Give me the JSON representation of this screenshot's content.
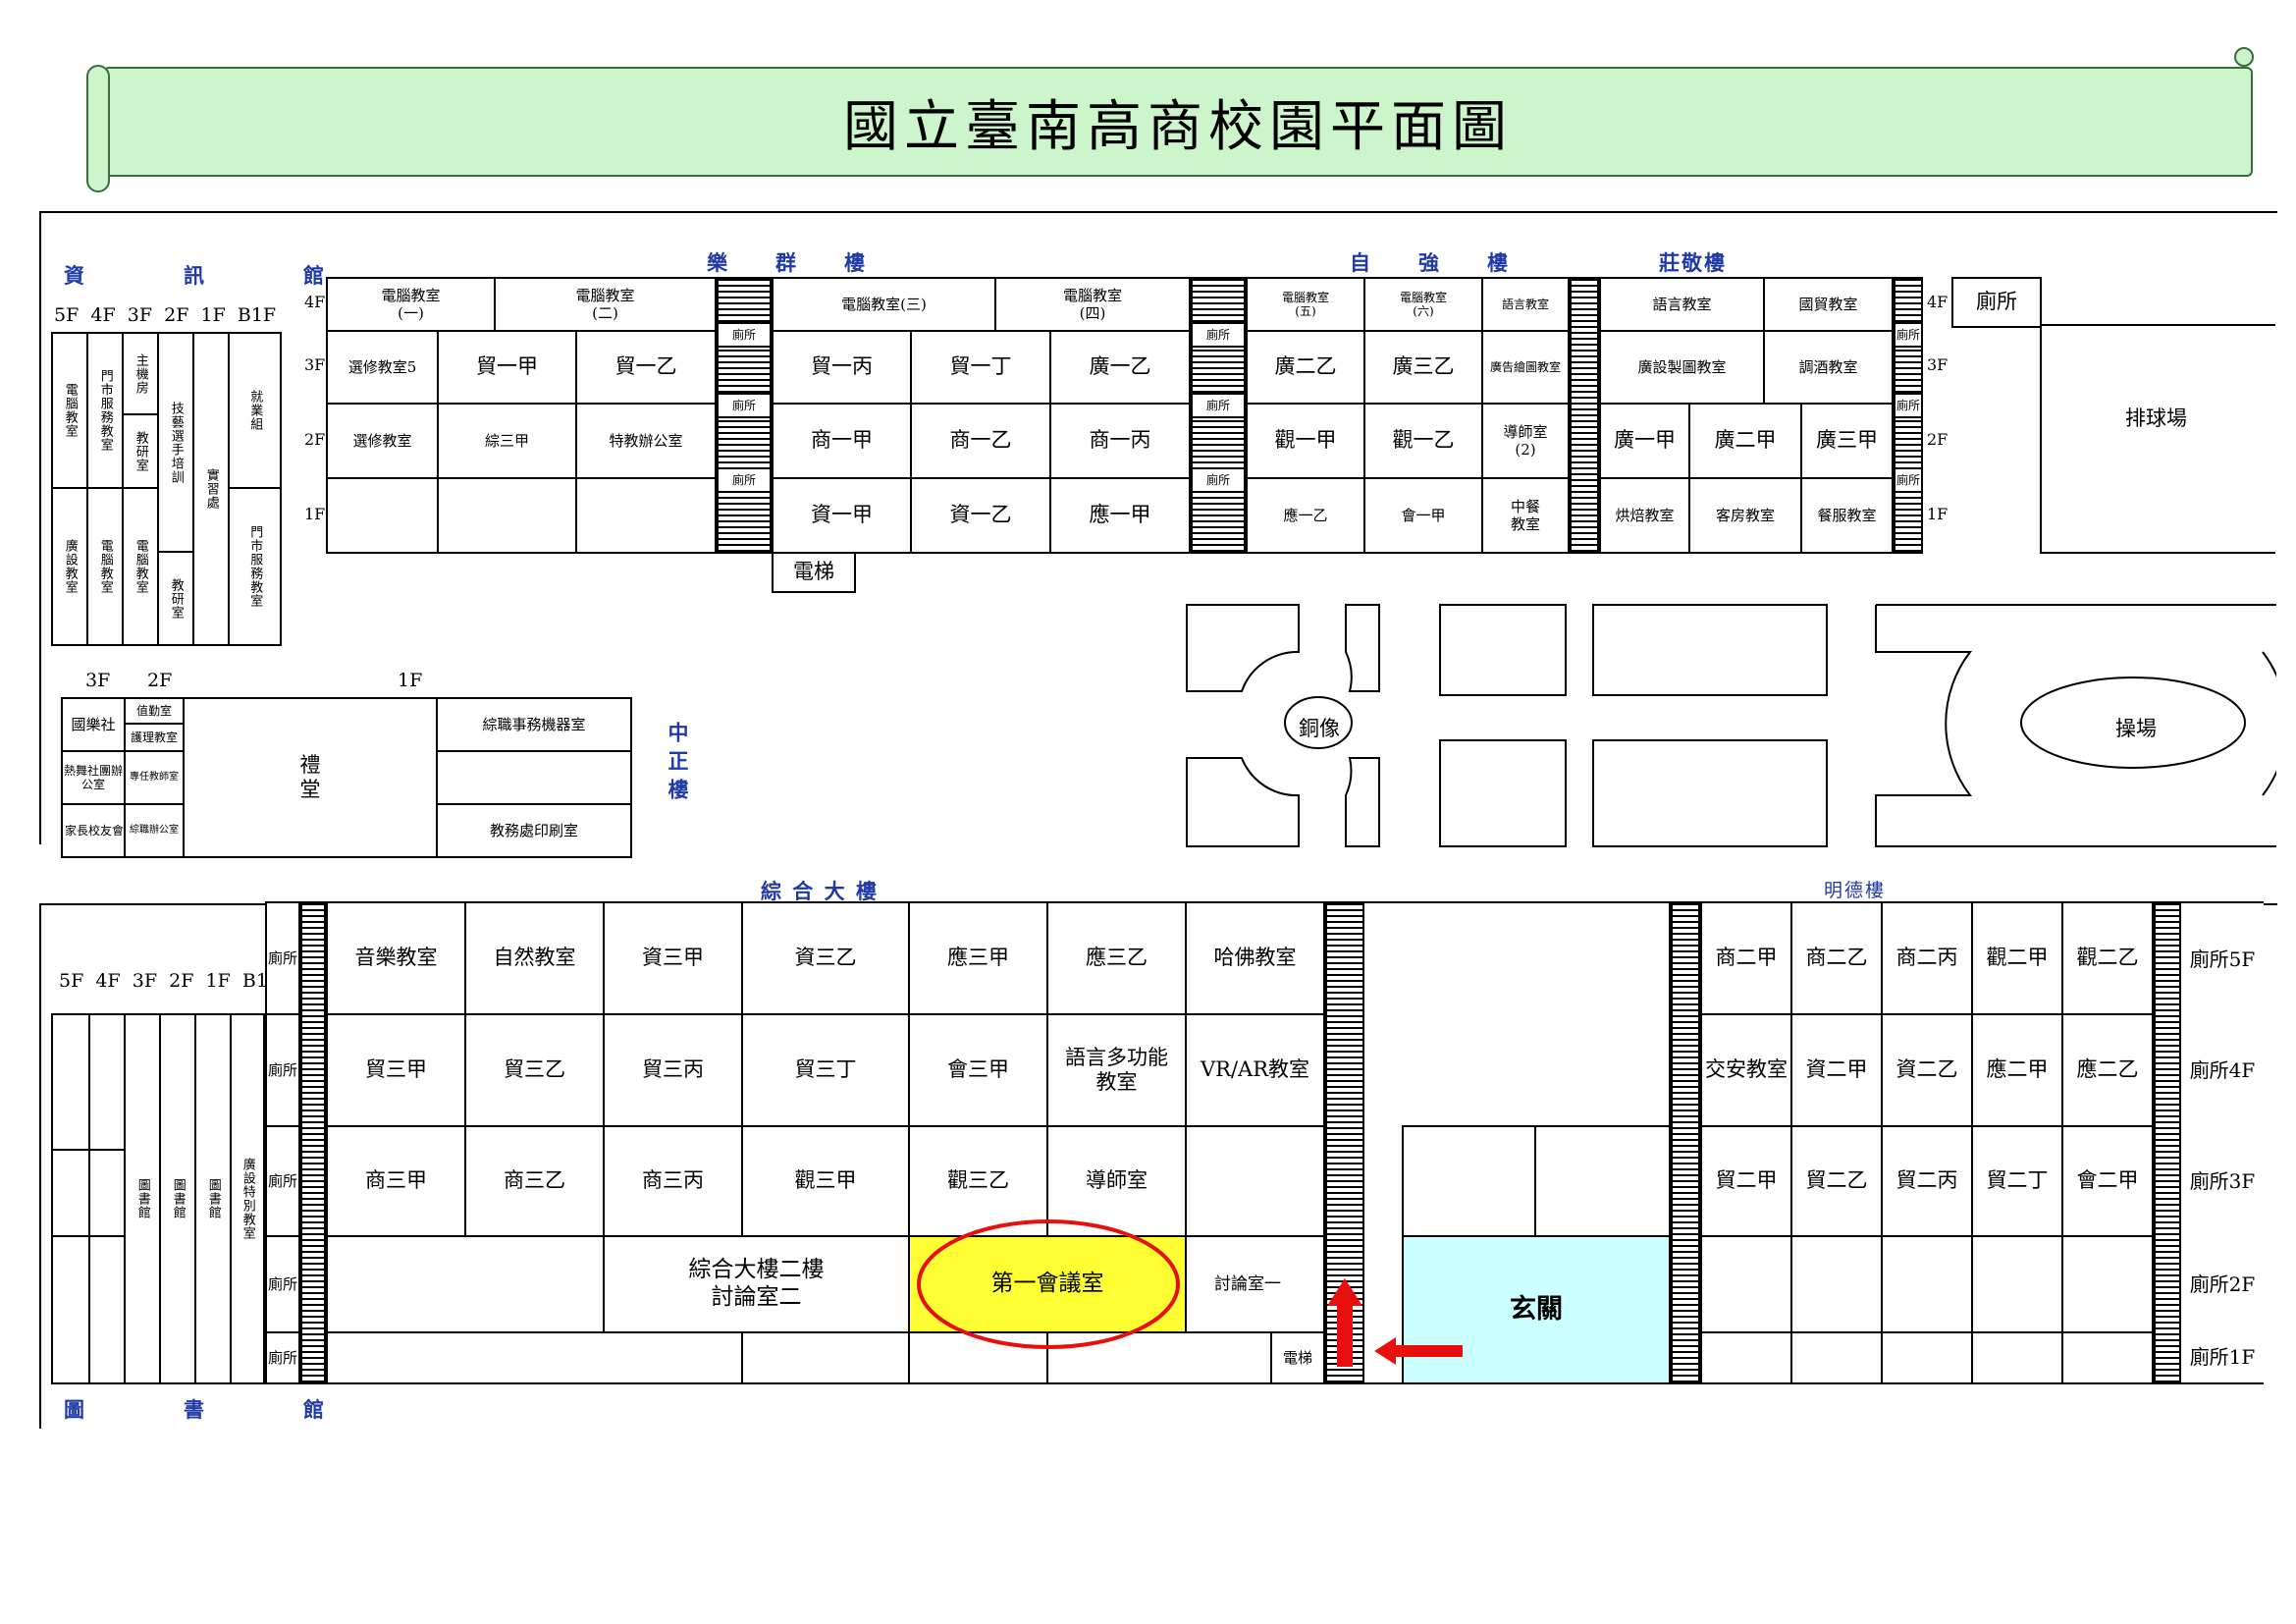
{
  "title": "國立臺南高商校園平面圖",
  "colors": {
    "banner": "#ccf5cc",
    "highlight": "#ffff33",
    "entrance": "#ccffff",
    "marker": "#e8100f",
    "label": "#1f3aa8"
  },
  "icons": {
    "up_arrow": "arrow-up-icon",
    "left_arrow": "arrow-left-icon"
  },
  "buildings": {
    "zixun": "資　訊　館",
    "lequn": "樂　群　樓",
    "ziqiang": "自　強　樓",
    "zhuangjing": "莊敬樓",
    "zhongzheng": "中正樓",
    "zonghe": "綜 合 大 樓",
    "mingde": "明德樓",
    "library": "圖　書　館"
  },
  "floors": {
    "f5": "5F",
    "f4": "4F",
    "f3": "3F",
    "f2": "2F",
    "f1": "1F",
    "b1": "B1F"
  },
  "top_rooms": {
    "r4_1": "電腦教室\n(一)",
    "r4_2": "電腦教室\n(二)",
    "r4_3": "電腦教室(三)",
    "r4_4": "電腦教室\n(四)",
    "r4_5": "電腦教室\n(五)",
    "r4_6": "電腦教室\n(六)",
    "r4_7": "語言教室",
    "r4_8": "語言教室",
    "r4_9": "國貿教室",
    "r3_1": "選修教室5",
    "r3_2": "貿一甲",
    "r3_3": "貿一乙",
    "r3_4": "貿一丙",
    "r3_5": "貿一丁",
    "r3_6": "廣一乙",
    "r3_7": "廣二乙",
    "r3_8": "廣三乙",
    "r3_9": "廣告繪圖教室",
    "r3_10": "廣設製圖教室",
    "r3_11": "調酒教室",
    "r2_1": "選修教室",
    "r2_2": "綜三甲",
    "r2_3": "特教辦公室",
    "r2_4": "商一甲",
    "r2_5": "商一乙",
    "r2_6": "商一丙",
    "r2_7": "觀一甲",
    "r2_8": "觀一乙",
    "r2_9": "導師室\n(2)",
    "r2_10": "廣一甲",
    "r2_11": "廣二甲",
    "r2_12": "廣三甲",
    "r1_4": "資一甲",
    "r1_5": "資一乙",
    "r1_6": "應一甲",
    "r1_7": "應一乙",
    "r1_8": "會一甲",
    "r1_9": "中餐\n教室",
    "r1_10": "烘焙教室",
    "r1_11": "客房教室",
    "r1_12": "餐服教室",
    "wc": "廁所",
    "elevator": "電梯",
    "toilet": "廁所",
    "volleyball": "排球場"
  },
  "zixun_rooms": {
    "a": "電腦教室",
    "b": "門市服務教室",
    "c": "主機房",
    "d": "教研室",
    "e": "技藝選手培訓",
    "f": "實習處",
    "g": "就業組",
    "h": "門市服務教室",
    "i": "廣設教室",
    "j": "電腦教室",
    "k": "電腦教室",
    "l": "教研室"
  },
  "zhongzheng_rooms": {
    "f3": "3F",
    "f2": "2F",
    "f1": "1F",
    "c1": "國樂社",
    "c2": "熱舞社團辦公室",
    "c3": "家長校友會",
    "d1": "值勤室",
    "d2": "護理教室",
    "d3": "專任教師室",
    "d4": "綜職辦公室",
    "hall": "禮\n堂",
    "e1": "綜職事務機器室",
    "e3": "教務處印刷室"
  },
  "campus": {
    "statue": "銅像",
    "field": "操場"
  },
  "zonghe_rooms": {
    "f5": [
      "音樂教室",
      "自然教室",
      "資三甲",
      "資三乙",
      "應三甲",
      "應三乙",
      "哈佛教室"
    ],
    "f4": [
      "貿三甲",
      "貿三乙",
      "貿三丙",
      "貿三丁",
      "會三甲",
      "語言多功能\n教室",
      "VR/AR教室"
    ],
    "f3": [
      "商三甲",
      "商三乙",
      "商三丙",
      "觀三甲",
      "觀三乙",
      "導師室"
    ],
    "f2_a": "綜合大樓二樓\n討論室二",
    "meeting": "第一會議室",
    "disc1": "討論室一",
    "elevator": "電梯",
    "entrance": "玄關",
    "library": "圖書館",
    "library_special": "廣設特別教室"
  },
  "mingde_rooms": {
    "f5": [
      "商二甲",
      "商二乙",
      "商二丙",
      "觀二甲",
      "觀二乙"
    ],
    "f4": [
      "交安教室",
      "資二甲",
      "資二乙",
      "應二甲",
      "應二乙"
    ],
    "f3": [
      "貿二甲",
      "貿二乙",
      "貿二丙",
      "貿二丁",
      "會二甲"
    ]
  },
  "right_labels": {
    "f5": "廁所5F",
    "f4": "廁所4F",
    "f3": "廁所3F",
    "f2": "廁所2F",
    "f1": "廁所1F"
  }
}
